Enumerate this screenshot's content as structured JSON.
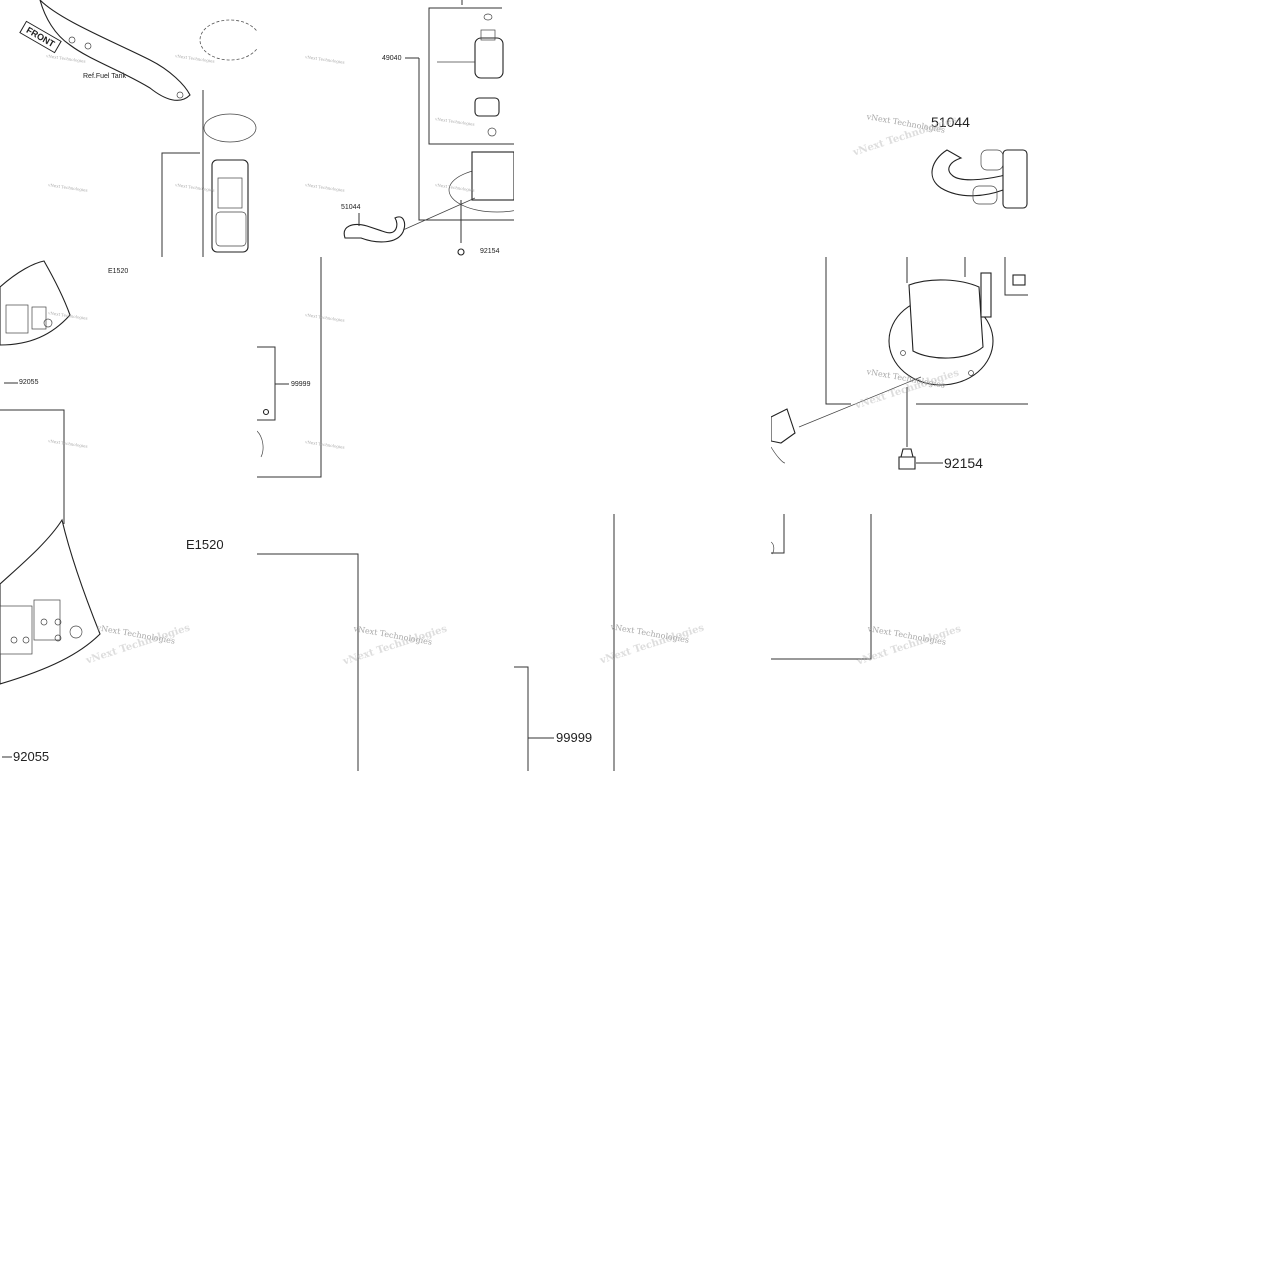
{
  "diagram": {
    "front_marker": "FRONT",
    "ref_label": "Ref.Fuel Tank",
    "watermark": "vNext Technologies",
    "callouts": {
      "fuel_pump_assy": "49040",
      "hose_assy": "51044",
      "bolt": "92154",
      "rubber_mount": "92055",
      "kit": "99999",
      "diagram_code": "E1520"
    }
  },
  "colors": {
    "ink": "#222222",
    "watermark": "#8a8a8a",
    "background": "#ffffff"
  }
}
